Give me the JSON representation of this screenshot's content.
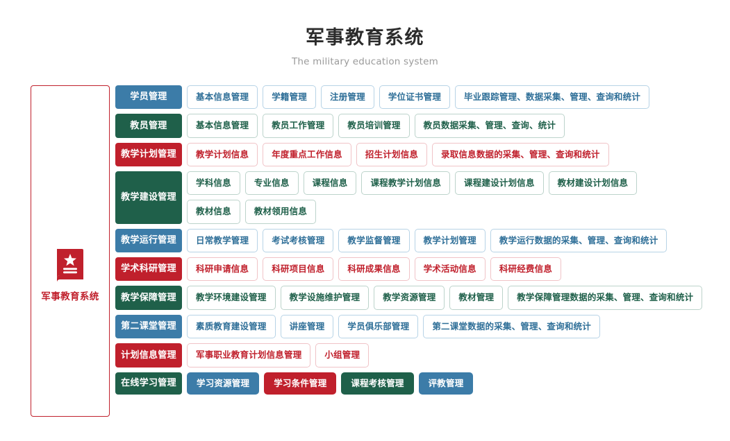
{
  "header": {
    "title": "军事教育系统",
    "subtitle": "The military education system"
  },
  "sidebar": {
    "icon": "book-star-icon",
    "label": "军事教育系统",
    "border_color": "#c0202c"
  },
  "colors": {
    "blue": "#3c7ca8",
    "green": "#1f604a",
    "red": "#c0202c",
    "blue_border": "#b7d3e6",
    "green_border": "#bcd3cb",
    "red_border": "#f0c3c7",
    "title": "#2b2b2b",
    "subtitle": "#9a9a9a"
  },
  "categories": [
    {
      "label": "学员管理",
      "color": "blue",
      "rows": [
        [
          {
            "label": "基本信息管理"
          },
          {
            "label": "学籍管理"
          },
          {
            "label": "注册管理"
          },
          {
            "label": "学位证书管理"
          },
          {
            "label": "毕业跟踪管理、数据采集、管理、查询和统计"
          }
        ]
      ]
    },
    {
      "label": "教员管理",
      "color": "green",
      "rows": [
        [
          {
            "label": "基本信息管理"
          },
          {
            "label": "教员工作管理"
          },
          {
            "label": "教员培训管理"
          },
          {
            "label": "教员数据采集、管理、查询、统计"
          }
        ]
      ]
    },
    {
      "label": "教学计划管理",
      "color": "red",
      "rows": [
        [
          {
            "label": "教学计划信息"
          },
          {
            "label": "年度重点工作信息"
          },
          {
            "label": "招生计划信息"
          },
          {
            "label": "录取信息数据的采集、管理、查询和统计"
          }
        ]
      ]
    },
    {
      "label": "教学建设管理",
      "color": "green",
      "rows": [
        [
          {
            "label": "学科信息"
          },
          {
            "label": "专业信息"
          },
          {
            "label": "课程信息"
          },
          {
            "label": "课程教学计划信息"
          },
          {
            "label": "课程建设计划信息"
          },
          {
            "label": "教材建设计划信息"
          }
        ],
        [
          {
            "label": "教材信息"
          },
          {
            "label": "教材领用信息"
          }
        ]
      ]
    },
    {
      "label": "教学运行管理",
      "color": "blue",
      "rows": [
        [
          {
            "label": "日常教学管理"
          },
          {
            "label": "考试考核管理"
          },
          {
            "label": "教学监督管理"
          },
          {
            "label": "教学计划管理"
          },
          {
            "label": "教学运行数据的采集、管理、查询和统计"
          }
        ]
      ]
    },
    {
      "label": "学术科研管理",
      "color": "red",
      "rows": [
        [
          {
            "label": "科研申请信息"
          },
          {
            "label": "科研项目信息"
          },
          {
            "label": "科研成果信息"
          },
          {
            "label": "学术活动信息"
          },
          {
            "label": "科研经费信息"
          }
        ]
      ]
    },
    {
      "label": "教学保障管理",
      "color": "green",
      "rows": [
        [
          {
            "label": "教学环境建设管理"
          },
          {
            "label": "教学设施维护管理"
          },
          {
            "label": "教学资源管理"
          },
          {
            "label": "教材管理"
          },
          {
            "label": "教学保障管理数据的采集、管理、查询和统计"
          }
        ]
      ]
    },
    {
      "label": "第二课堂管理",
      "color": "blue",
      "rows": [
        [
          {
            "label": "素质教育建设管理"
          },
          {
            "label": "讲座管理"
          },
          {
            "label": "学员俱乐部管理"
          },
          {
            "label": "第二课堂数据的采集、管理、查询和统计"
          }
        ]
      ]
    },
    {
      "label": "计划信息管理",
      "color": "red",
      "rows": [
        [
          {
            "label": "军事职业教育计划信息管理"
          },
          {
            "label": "小组管理"
          }
        ]
      ]
    },
    {
      "label": "在线学习管理",
      "color": "green",
      "rows": [
        [
          {
            "label": "学习资源管理",
            "solid": true,
            "color": "blue"
          },
          {
            "label": "学习条件管理",
            "solid": true,
            "color": "red"
          },
          {
            "label": "课程考核管理",
            "solid": true,
            "color": "green"
          },
          {
            "label": "评教管理",
            "solid": true,
            "color": "blue"
          }
        ]
      ]
    }
  ]
}
